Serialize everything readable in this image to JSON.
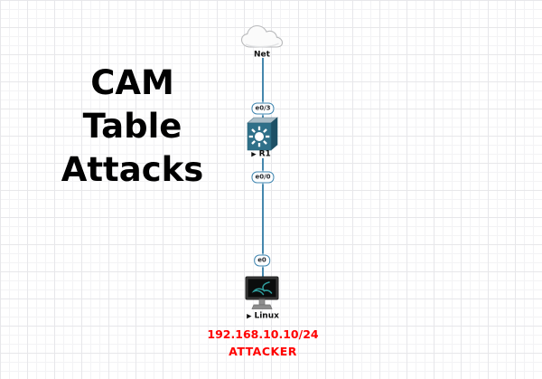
{
  "canvas": {
    "background": "#ffffff",
    "grid_minor_color": "#f3f3f5",
    "grid_major_color": "#e7e7ea",
    "link_color": "#4587ad"
  },
  "title": {
    "text": "CAM\nTable\nAttacks",
    "color": "#010101"
  },
  "nodes": [
    {
      "id": "net",
      "icon": "cloud-icon",
      "label": "Net"
    },
    {
      "id": "r1",
      "icon": "multilayer-switch-icon",
      "label": "R1",
      "status_glyph": "▶"
    },
    {
      "id": "linux",
      "icon": "kali-monitor-icon",
      "label": "Linux",
      "status_glyph": "▶"
    }
  ],
  "interfaces": [
    {
      "text": "e0/3"
    },
    {
      "text": "e0/0"
    },
    {
      "text": "e0"
    }
  ],
  "annotation": {
    "line1": "192.168.10.10/24",
    "line2": "ATTACKER",
    "color": "#ff0000"
  },
  "colors": {
    "switch_front": "#2f7089",
    "switch_side": "#1d5065",
    "switch_top": "#a9bdc7",
    "badge_border": "#4086b0",
    "monitor_bezel": "#383838",
    "kali_logo": "#2f9c9c"
  }
}
